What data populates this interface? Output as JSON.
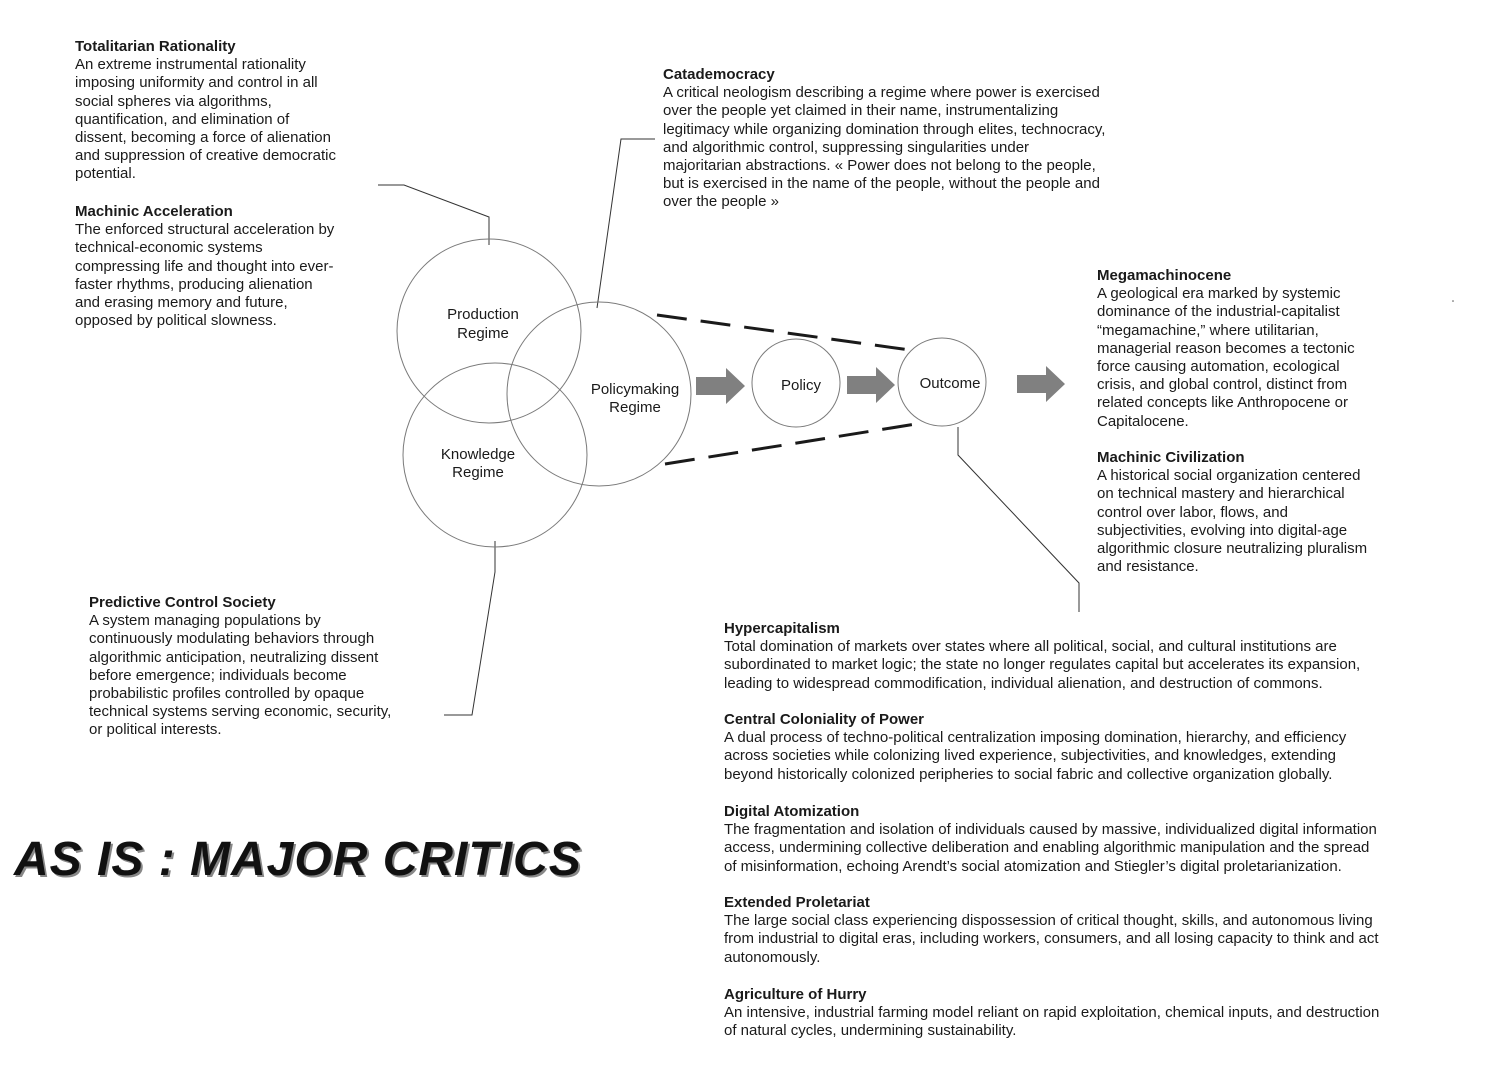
{
  "title": "AS IS : MAJOR CRITICS",
  "colors": {
    "text": "#1a1a1a",
    "line": "#333333",
    "circle_stroke": "#7a7a7a",
    "arrow_fill": "#808080"
  },
  "diagram": {
    "nodes": {
      "production_line1": "Production",
      "production_line2": "Regime",
      "knowledge_line1": "Knowledge",
      "knowledge_line2": "Regime",
      "policymaking_line1": "Policymaking",
      "policymaking_line2": "Regime",
      "policy": "Policy",
      "outcome": "Outcome"
    }
  },
  "terms": {
    "totalitarian_rationality": {
      "title": "Totalitarian Rationality",
      "lines": [
        "An extreme instrumental rationality",
        "imposing uniformity and control in all",
        "social spheres via algorithms,",
        "quantification, and elimination of",
        "dissent, becoming a force of alienation",
        "and suppression of creative democratic",
        "potential."
      ]
    },
    "machinic_acceleration": {
      "title": "Machinic Acceleration",
      "lines": [
        "The enforced structural acceleration by",
        "technical-economic systems",
        "compressing life and thought into ever-",
        "faster rhythms, producing alienation",
        "and erasing memory and future,",
        "opposed by political slowness."
      ]
    },
    "catademocracy": {
      "title": "Catademocracy",
      "lines": [
        "A critical neologism describing a regime where power is exercised",
        "over the people yet claimed in their name, instrumentalizing",
        "legitimacy while organizing domination through elites, technocracy,",
        "and algorithmic control, suppressing singularities under",
        "majoritarian abstractions. « Power does not belong to the people,",
        "but is exercised in the name of the people, without the people and",
        "over the people »"
      ]
    },
    "megamachinocene": {
      "title": "Megamachinocene",
      "lines": [
        "A geological era marked by systemic",
        "dominance of the industrial-capitalist",
        "“megamachine,” where utilitarian,",
        "managerial reason becomes a tectonic",
        "force causing automation, ecological",
        "crisis, and global control, distinct from",
        "related concepts like Anthropocene or",
        "Capitalocene."
      ]
    },
    "machinic_civilization": {
      "title": "Machinic Civilization",
      "lines": [
        "A historical social organization centered",
        "on technical mastery and hierarchical",
        "control over labor, flows, and",
        "subjectivities, evolving into digital-age",
        "algorithmic closure neutralizing pluralism",
        "and resistance."
      ]
    },
    "predictive_control_society": {
      "title": "Predictive Control Society",
      "lines": [
        "A system managing populations by",
        "continuously modulating behaviors through",
        "algorithmic anticipation, neutralizing dissent",
        "before emergence; individuals become",
        "probabilistic profiles controlled by opaque",
        "technical systems serving economic, security,",
        "or political interests."
      ]
    },
    "hypercapitalism": {
      "title": "Hypercapitalism",
      "lines": [
        "Total domination of markets over states where all political, social, and cultural institutions are",
        "subordinated to market logic; the state no longer regulates capital but accelerates its expansion,",
        "leading to widespread commodification, individual alienation, and destruction of commons."
      ]
    },
    "central_coloniality": {
      "title": "Central Coloniality of Power",
      "lines": [
        "A dual process of techno-political centralization imposing domination, hierarchy, and efficiency",
        "across societies while colonizing lived experience, subjectivities, and knowledges, extending",
        "beyond historically colonized peripheries to social fabric and collective organization globally."
      ]
    },
    "digital_atomization": {
      "title": "Digital Atomization",
      "lines": [
        "The fragmentation and isolation of individuals caused by massive, individualized digital information",
        "access, undermining collective deliberation and enabling algorithmic manipulation and the spread",
        "of misinformation, echoing Arendt’s social atomization and Stiegler’s digital proletarianization."
      ]
    },
    "extended_proletariat": {
      "title": "Extended Proletariat",
      "lines": [
        "The large social class experiencing dispossession of critical thought, skills, and autonomous living",
        "from industrial to digital eras, including workers, consumers, and all losing capacity to think and act",
        "autonomously."
      ]
    },
    "agriculture_of_hurry": {
      "title": "Agriculture of Hurry",
      "lines": [
        "An intensive, industrial farming model reliant on rapid exploitation, chemical inputs, and destruction",
        "of natural cycles, undermining sustainability."
      ]
    }
  }
}
